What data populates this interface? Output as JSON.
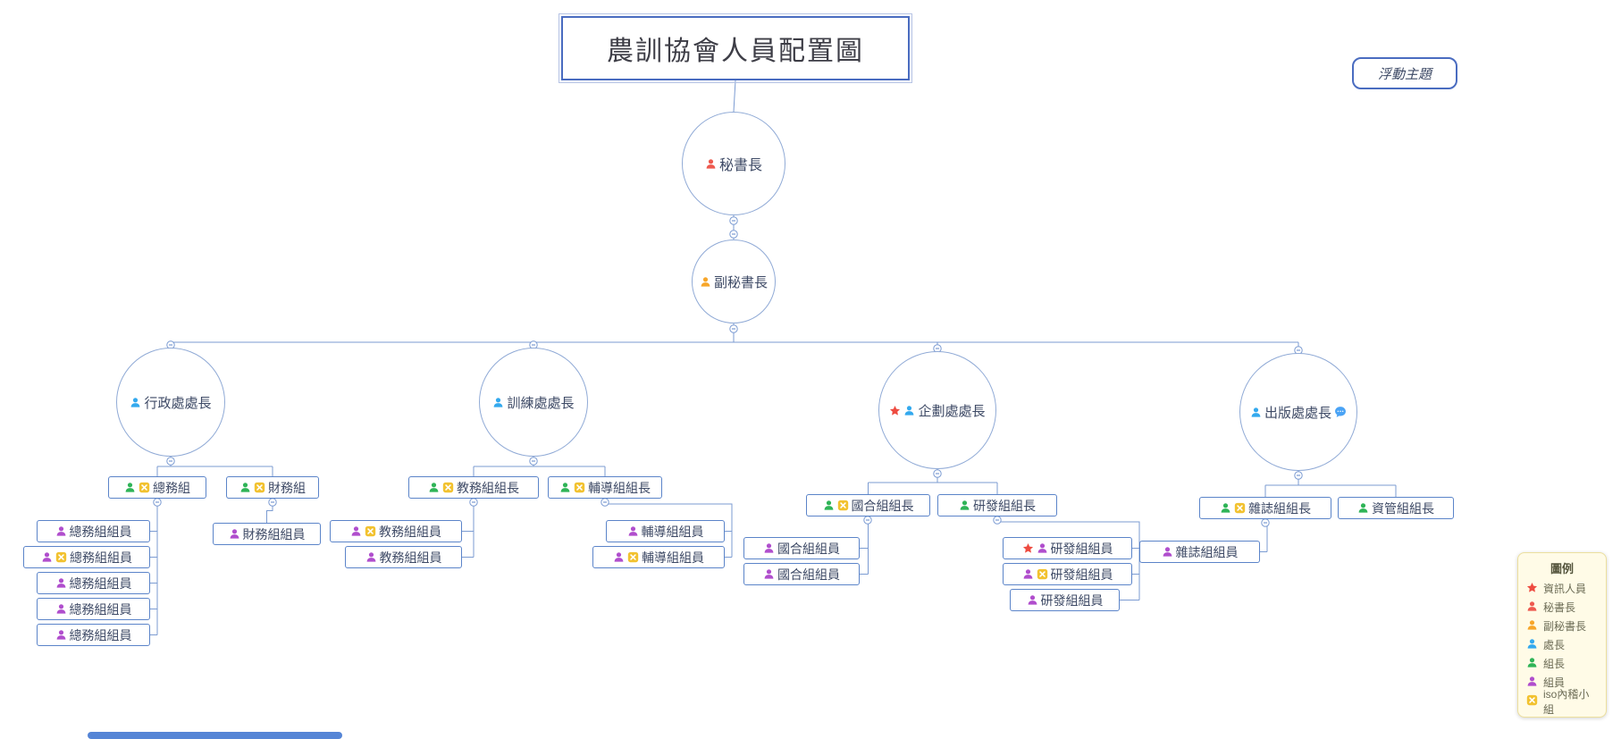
{
  "legend": {
    "title": "圖例",
    "items": [
      {
        "icon": "star",
        "color": "#ee4b40",
        "label": "資訊人員"
      },
      {
        "icon": "person",
        "color": "#ee5a4f",
        "label": "秘書長"
      },
      {
        "icon": "person",
        "color": "#f7a62a",
        "label": "副秘書長"
      },
      {
        "icon": "person",
        "color": "#33a9ee",
        "label": "處長"
      },
      {
        "icon": "person",
        "color": "#2fb457",
        "label": "組長"
      },
      {
        "icon": "person",
        "color": "#b04ecd",
        "label": "組員"
      },
      {
        "icon": "iso",
        "color": "#f2c230",
        "label": "iso內稽小組"
      }
    ]
  },
  "nodes": [
    {
      "id": "root-topic",
      "label": "農訓協會人員配置圖",
      "parent": null
    },
    {
      "id": "floating-topic",
      "label": "浮動主題",
      "parent": null
    },
    {
      "id": "secretary-general",
      "label": "秘書長",
      "parent": "root-topic",
      "icons_left": [
        {
          "type": "person",
          "color": "#ee5a4f"
        }
      ]
    },
    {
      "id": "deputy-secretary-general",
      "label": "副秘書長",
      "parent": "secretary-general",
      "icons_left": [
        {
          "type": "person",
          "color": "#f7a62a"
        }
      ]
    },
    {
      "id": "admin-director",
      "label": "行政處處長",
      "parent": "deputy-secretary-general",
      "icons_left": [
        {
          "type": "person",
          "color": "#33a9ee"
        }
      ]
    },
    {
      "id": "training-director",
      "label": "訓練處處長",
      "parent": "deputy-secretary-general",
      "icons_left": [
        {
          "type": "person",
          "color": "#33a9ee"
        }
      ]
    },
    {
      "id": "planning-director",
      "label": "企劃處處長",
      "parent": "deputy-secretary-general",
      "icons_left": [
        {
          "type": "star",
          "color": "#ee4b40"
        },
        {
          "type": "person",
          "color": "#33a9ee"
        }
      ]
    },
    {
      "id": "publishing-director",
      "label": "出版處處長",
      "parent": "deputy-secretary-general",
      "icons_left": [
        {
          "type": "person",
          "color": "#33a9ee"
        }
      ],
      "icons_right": [
        {
          "type": "comment",
          "color": "#4aa3f5"
        }
      ]
    },
    {
      "id": "general-affairs-group",
      "label": "總務組",
      "parent": "admin-director",
      "icons_left": [
        {
          "type": "person",
          "color": "#2fb457"
        },
        {
          "type": "iso",
          "color": "#f2c230"
        }
      ]
    },
    {
      "id": "finance-group",
      "label": "財務組",
      "parent": "admin-director",
      "icons_left": [
        {
          "type": "person",
          "color": "#2fb457"
        },
        {
          "type": "iso",
          "color": "#f2c230"
        }
      ]
    },
    {
      "id": "academic-leader",
      "label": "教務組組長",
      "parent": "training-director",
      "icons_left": [
        {
          "type": "person",
          "color": "#2fb457"
        },
        {
          "type": "iso",
          "color": "#f2c230"
        }
      ]
    },
    {
      "id": "counseling-leader",
      "label": "輔導組組長",
      "parent": "training-director",
      "icons_left": [
        {
          "type": "person",
          "color": "#2fb457"
        },
        {
          "type": "iso",
          "color": "#f2c230"
        }
      ]
    },
    {
      "id": "intl-coop-leader",
      "label": "國合組組長",
      "parent": "planning-director",
      "icons_left": [
        {
          "type": "person",
          "color": "#2fb457"
        },
        {
          "type": "iso",
          "color": "#f2c230"
        }
      ]
    },
    {
      "id": "rnd-leader",
      "label": "研發組組長",
      "parent": "planning-director",
      "icons_left": [
        {
          "type": "person",
          "color": "#2fb457"
        }
      ]
    },
    {
      "id": "magazine-leader",
      "label": "雜誌組組長",
      "parent": "publishing-director",
      "icons_left": [
        {
          "type": "person",
          "color": "#2fb457"
        },
        {
          "type": "iso",
          "color": "#f2c230"
        }
      ]
    },
    {
      "id": "info-mgmt-leader",
      "label": "資管組組長",
      "parent": "publishing-director",
      "icons_left": [
        {
          "type": "person",
          "color": "#2fb457"
        }
      ]
    },
    {
      "id": "general-affairs-member-1",
      "label": "總務組組員",
      "parent": "general-affairs-group",
      "icons_left": [
        {
          "type": "person",
          "color": "#b04ecd"
        }
      ]
    },
    {
      "id": "general-affairs-member-2",
      "label": "總務組組員",
      "parent": "general-affairs-group",
      "icons_left": [
        {
          "type": "person",
          "color": "#b04ecd"
        },
        {
          "type": "iso",
          "color": "#f2c230"
        }
      ]
    },
    {
      "id": "general-affairs-member-3",
      "label": "總務組組員",
      "parent": "general-affairs-group",
      "icons_left": [
        {
          "type": "person",
          "color": "#b04ecd"
        }
      ]
    },
    {
      "id": "general-affairs-member-4",
      "label": "總務組組員",
      "parent": "general-affairs-group",
      "icons_left": [
        {
          "type": "person",
          "color": "#b04ecd"
        }
      ]
    },
    {
      "id": "general-affairs-member-5",
      "label": "總務組組員",
      "parent": "general-affairs-group",
      "icons_left": [
        {
          "type": "person",
          "color": "#b04ecd"
        }
      ]
    },
    {
      "id": "finance-member-1",
      "label": "財務組組員",
      "parent": "finance-group",
      "icons_left": [
        {
          "type": "person",
          "color": "#b04ecd"
        }
      ]
    },
    {
      "id": "academic-member-1",
      "label": "教務組組員",
      "parent": "academic-leader",
      "icons_left": [
        {
          "type": "person",
          "color": "#b04ecd"
        },
        {
          "type": "iso",
          "color": "#f2c230"
        }
      ]
    },
    {
      "id": "academic-member-2",
      "label": "教務組組員",
      "parent": "academic-leader",
      "icons_left": [
        {
          "type": "person",
          "color": "#b04ecd"
        }
      ]
    },
    {
      "id": "counseling-member-1",
      "label": "輔導組組員",
      "parent": "counseling-leader",
      "icons_left": [
        {
          "type": "person",
          "color": "#b04ecd"
        }
      ]
    },
    {
      "id": "counseling-member-2",
      "label": "輔導組組員",
      "parent": "counseling-leader",
      "icons_left": [
        {
          "type": "person",
          "color": "#b04ecd"
        },
        {
          "type": "iso",
          "color": "#f2c230"
        }
      ]
    },
    {
      "id": "intl-coop-member-1",
      "label": "國合組組員",
      "parent": "intl-coop-leader",
      "icons_left": [
        {
          "type": "person",
          "color": "#b04ecd"
        }
      ]
    },
    {
      "id": "intl-coop-member-2",
      "label": "國合組組員",
      "parent": "intl-coop-leader",
      "icons_left": [
        {
          "type": "person",
          "color": "#b04ecd"
        }
      ]
    },
    {
      "id": "rnd-member-1",
      "label": "研發組組員",
      "parent": "rnd-leader",
      "icons_left": [
        {
          "type": "star",
          "color": "#ee4b40"
        },
        {
          "type": "person",
          "color": "#b04ecd"
        }
      ]
    },
    {
      "id": "rnd-member-2",
      "label": "研發組組員",
      "parent": "rnd-leader",
      "icons_left": [
        {
          "type": "person",
          "color": "#b04ecd"
        },
        {
          "type": "iso",
          "color": "#f2c230"
        }
      ]
    },
    {
      "id": "rnd-member-3",
      "label": "研發組組員",
      "parent": "rnd-leader",
      "icons_left": [
        {
          "type": "person",
          "color": "#b04ecd"
        }
      ]
    },
    {
      "id": "magazine-member-1",
      "label": "雜誌組組員",
      "parent": "magazine-leader",
      "icons_left": [
        {
          "type": "person",
          "color": "#b04ecd"
        }
      ]
    }
  ]
}
